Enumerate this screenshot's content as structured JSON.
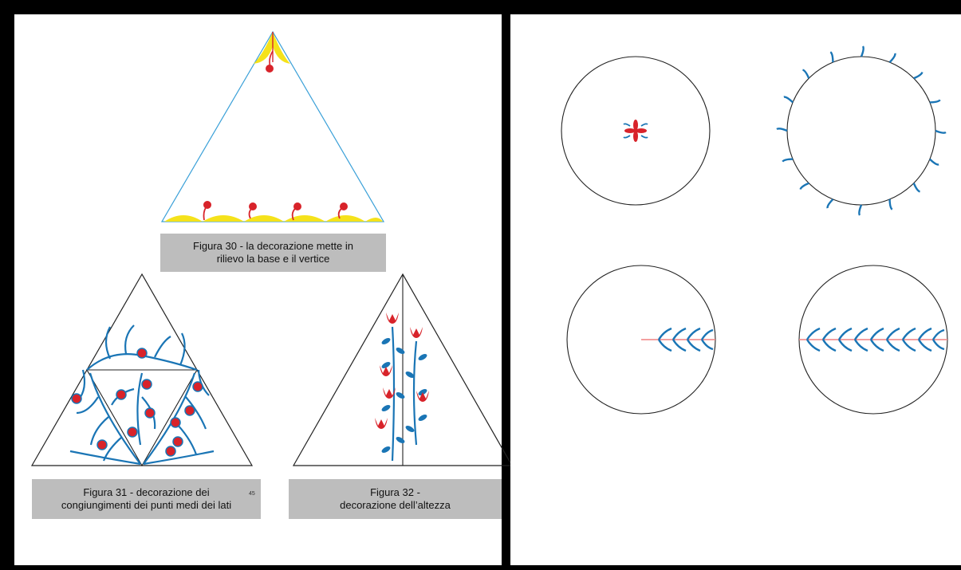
{
  "page": {
    "number": "45"
  },
  "captions": {
    "fig30": {
      "line1": "Figura 30 - la decorazione mette in",
      "line2": "rilievo la base e il vertice"
    },
    "fig31": {
      "line1": "Figura 31 - decorazione dei",
      "line2": "congiungimenti dei punti medi dei lati"
    },
    "fig32": {
      "line1": "Figura 32 -",
      "line2": "decorazione dell’altezza"
    }
  },
  "colors": {
    "triangle_outline": "#3aa0d8",
    "yellow": "#f5e21b",
    "red": "#d8232a",
    "blue": "#1a75b5",
    "line": "#222222",
    "caption_bg": "#bdbdbd",
    "pink": "#f08080"
  }
}
